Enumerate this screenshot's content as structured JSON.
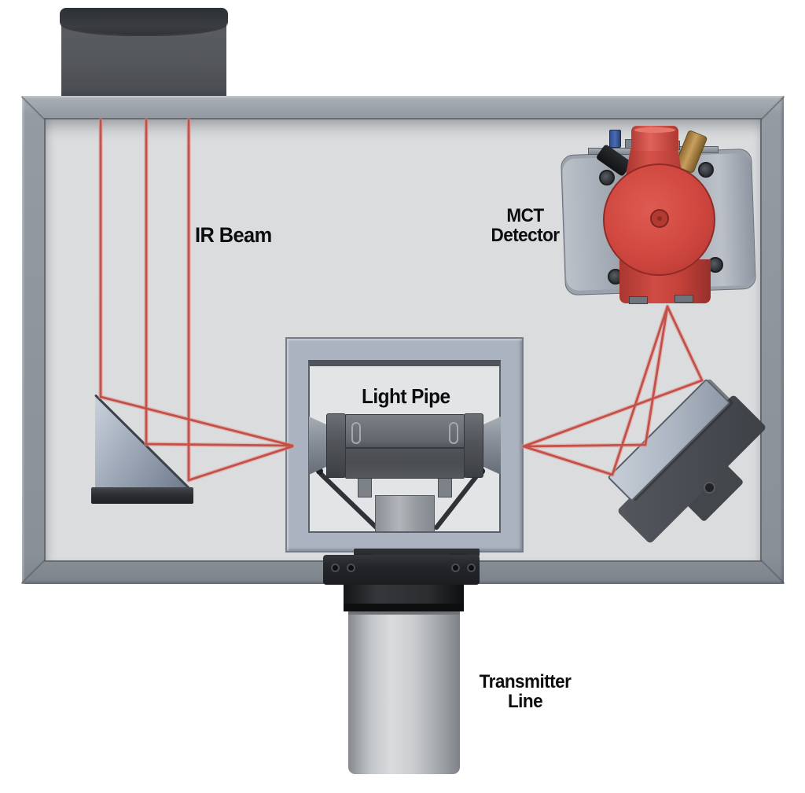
{
  "diagram": {
    "type": "optical-assembly-cad-figure",
    "labels": {
      "ir_beam": "IR Beam",
      "mct_detector_line1": "MCT",
      "mct_detector_line2": "Detector",
      "light_pipe": "Light Pipe",
      "transmitter_line1": "Transmitter",
      "transmitter_line2": "Line"
    },
    "colors": {
      "beam_red": "#c34c44",
      "beam_halo": "#e19a93",
      "detector_red": "#ce4840",
      "detector_red_dark": "#a83630",
      "enclosure_frame": "#9098a0",
      "enclosure_interior": "#dadcde",
      "panel_blue_gray": "#abb3c0",
      "mirror_gray": "#aeb7c3",
      "dark_metal": "#26282b",
      "pipe_gray": "#55585e",
      "cylinder_gray": "#c6c9cc",
      "label_text": "#0c0d0f"
    }
  }
}
